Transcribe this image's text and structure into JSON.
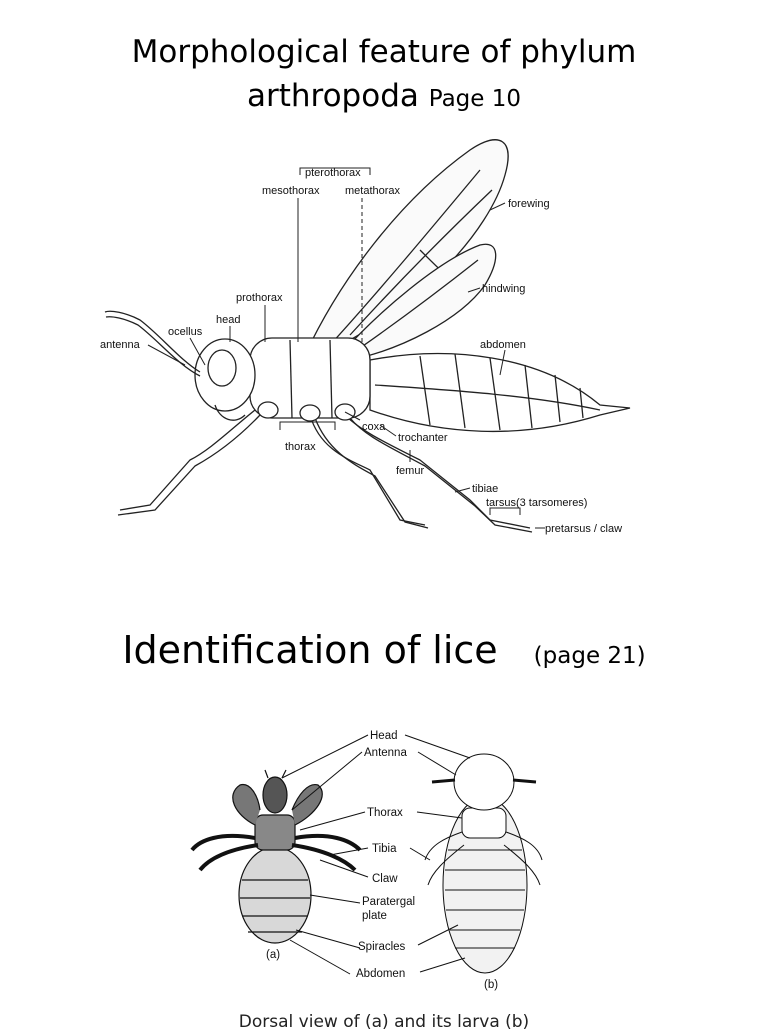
{
  "slide1": {
    "title_line1": "Morphological feature of phylum",
    "title_line2": "arthropoda",
    "title_page": "Page 10",
    "labels": {
      "pterothorax": "pterothorax",
      "mesothorax": "mesothorax",
      "metathorax": "metathorax",
      "forewing": "forewing",
      "hindwing": "hindwing",
      "prothorax": "prothorax",
      "head": "head",
      "ocellus": "ocellus",
      "antenna": "antenna",
      "abdomen": "abdomen",
      "coxa": "coxa",
      "trochanter": "trochanter",
      "thorax": "thorax",
      "femur": "femur",
      "tibiae": "tibiae",
      "tarsus": "tarsus(3 tarsomeres)",
      "pretarsus": "pretarsus / claw"
    }
  },
  "slide2": {
    "title": "Identification of lice",
    "title_page": "(page 21)",
    "labels": {
      "head": "Head",
      "antenna": "Antenna",
      "thorax": "Thorax",
      "tibia": "Tibia",
      "claw": "Claw",
      "paratergal1": "Paratergal",
      "paratergal2": "plate",
      "spiracles": "Spiracles",
      "abdomen": "Abdomen",
      "a": "(a)",
      "b": "(b)"
    },
    "caption": "Dorsal view of (a) and its larva (b)"
  }
}
